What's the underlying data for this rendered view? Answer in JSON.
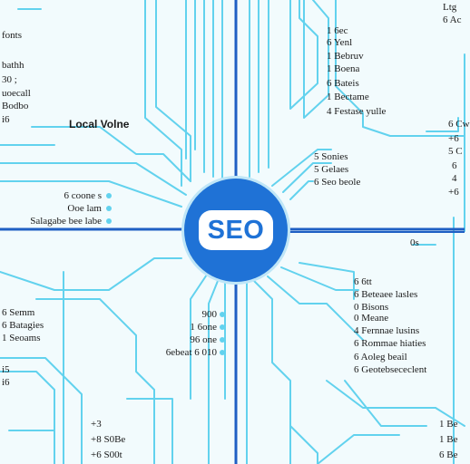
{
  "hub": {
    "label": "SEO"
  },
  "colors": {
    "hub": "#1f72d6",
    "axis": "#1f5fc4",
    "wire": "#62d2ee",
    "background": "#f2fbfd"
  },
  "left_top": [
    "fonts",
    "bathh",
    "30 ;",
    "uoecall",
    "Bodbo",
    "i6"
  ],
  "left_title": "Local Volne",
  "left_mid": [
    "6 coone s",
    "Ooe lam",
    "Salagabe bee labe"
  ],
  "left_low": [
    "6 Semm",
    "6 Batagies",
    "1 Seoams"
  ],
  "left_bottom_small": [
    "i5",
    "i6"
  ],
  "right_top": [
    "1 6ec",
    "6 Yenl",
    "1 Bebruv",
    "1 Boena",
    "6 Bateis",
    "1 Bectame",
    "4 Festase yulle"
  ],
  "right_mid": [
    "5 Sonies",
    "5 Gelaes",
    "6 Seo beole"
  ],
  "right_mid_badge": "0s",
  "center_low": [
    "900",
    "1 6one",
    "96 one",
    "6ebeat 6 010"
  ],
  "right_low": [
    "6 6tt",
    "6 Beteaee lasles",
    "0 Bisons",
    "0 Meane",
    "4 Fernnae lusins",
    "6 Rommae hiaties",
    "6 Aoleg beail",
    "6 Geotebsececlent"
  ],
  "right_edge": [
    "Ltg",
    "6 Ac",
    "6 Cw",
    "+6",
    "5 C",
    "6",
    "4",
    "+6"
  ],
  "bottom_left": [
    "+3",
    "+8 S0Be",
    "+6 S00t"
  ],
  "bottom_right": [
    "1 Be",
    "1 Be",
    "6 Be"
  ]
}
